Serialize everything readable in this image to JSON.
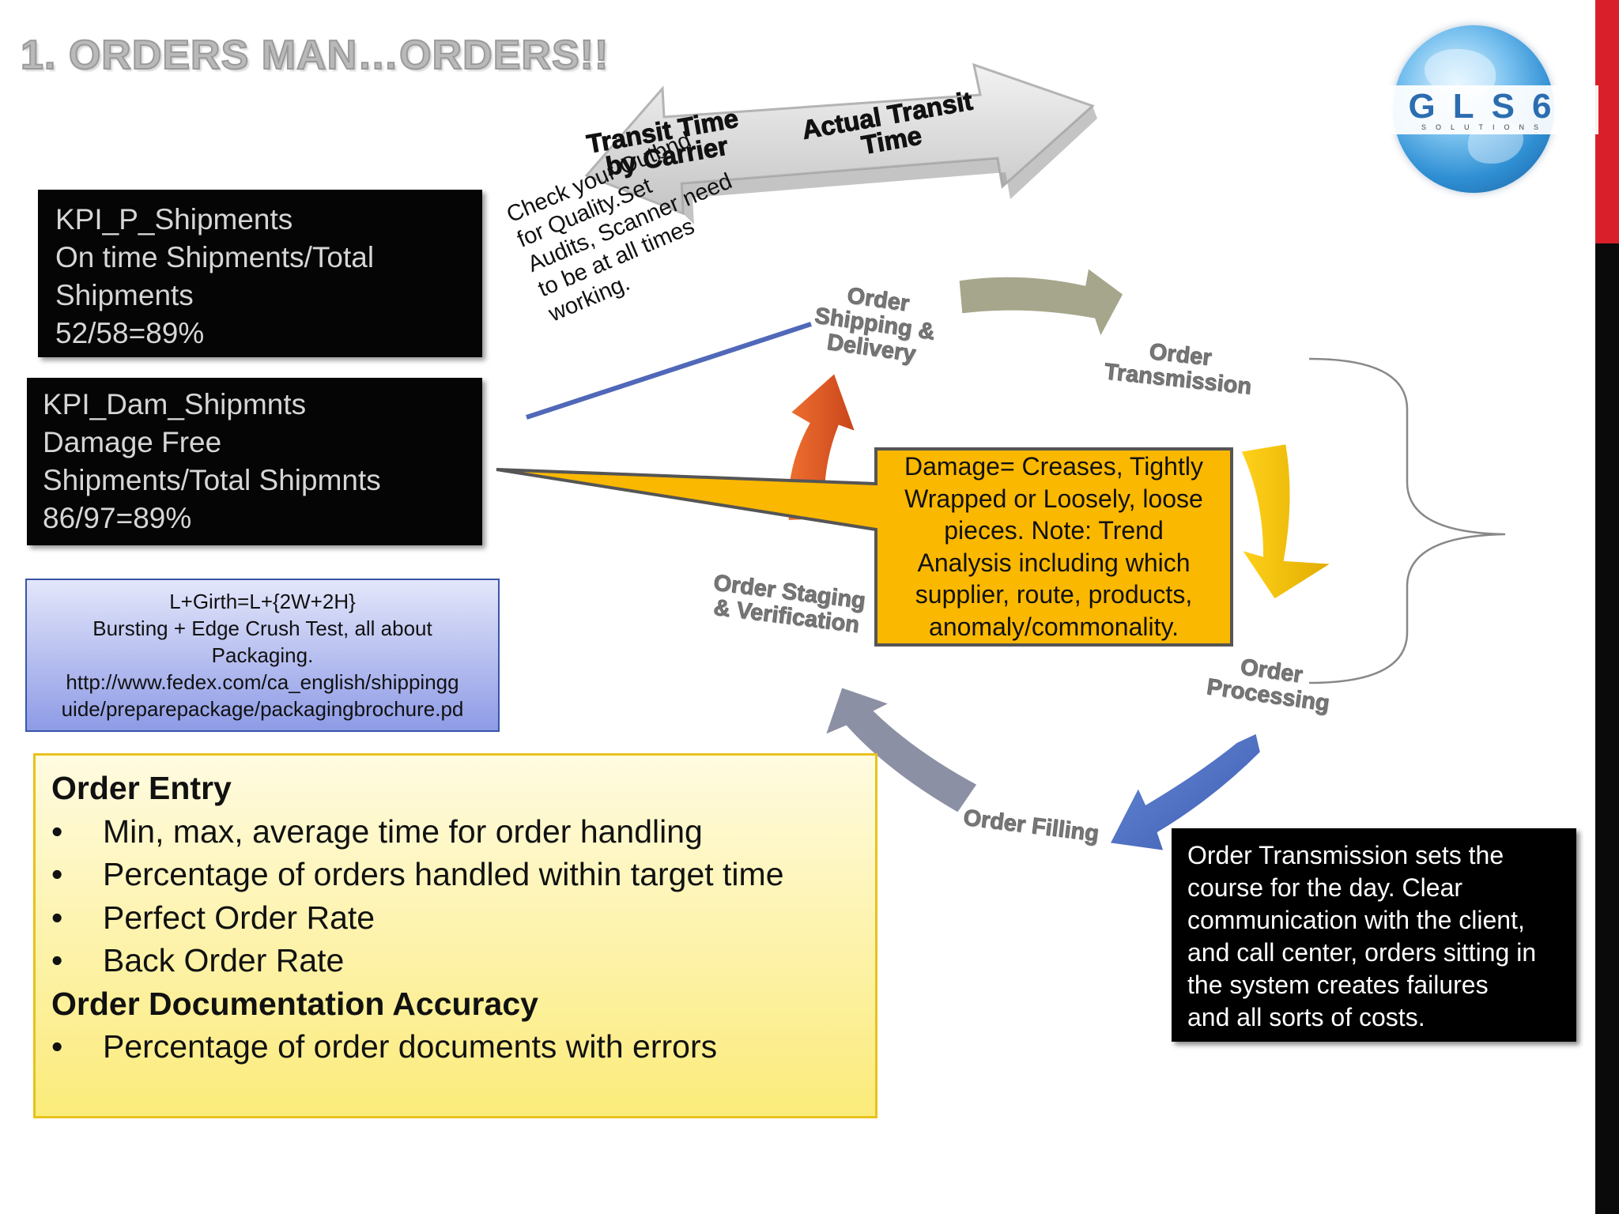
{
  "title": "1. ORDERS MAN…ORDERS!!",
  "logo": {
    "text": "GLS6",
    "subtext": "SOLUTIONS"
  },
  "transit": {
    "carrier_lines": [
      "Transit Time",
      "by Carrier"
    ],
    "actual_lines": [
      "Actual Transit",
      "Time"
    ]
  },
  "kpi_shipments": {
    "lines": [
      "KPI_P_Shipments",
      "On time Shipments/Total",
      "Shipments",
      "52/58=89%"
    ]
  },
  "kpi_damage": {
    "lines": [
      "KPI_Dam_Shipmnts",
      "Damage Free",
      "Shipments/Total Shipmnts",
      "86/97=89%"
    ]
  },
  "check_note": {
    "lines": [
      "Check your Outbnd",
      "for Quality.Set",
      "Audits, Scanner need",
      "to be at all times",
      "working."
    ]
  },
  "cycle": {
    "shipping": [
      "Order",
      "Shipping &",
      "Delivery"
    ],
    "transmission": [
      "Order",
      "Transmission"
    ],
    "processing": [
      "Order",
      "Processing"
    ],
    "filling": [
      "Order Filling"
    ],
    "staging": [
      "Order Staging",
      "& Verification"
    ]
  },
  "damage_callout": {
    "lines": [
      "Damage= Creases, Tightly",
      "Wrapped or Loosely, loose",
      "pieces. Note: Trend",
      "Analysis including which",
      "supplier, route, products,",
      "anomaly/commonality."
    ]
  },
  "girth_box": {
    "lines": [
      "L+Girth=L+{2W+2H}",
      "Bursting + Edge Crush Test, all about",
      "Packaging.",
      "http://www.fedex.com/ca_english/shippingg",
      "uide/preparepackage/packagingbrochure.pd"
    ]
  },
  "order_entry": {
    "heading": "Order Entry",
    "bullets": [
      "Min, max, average time for order handling",
      "Percentage of orders handled within target time",
      "Perfect Order Rate",
      "Back Order Rate"
    ],
    "heading2": "Order Documentation Accuracy",
    "bullets2": [
      "Percentage of order documents with errors"
    ],
    "bullet_symbol": "•"
  },
  "transmission_note": {
    "lines": [
      "Order Transmission sets the",
      "course for the day. Clear",
      "communication with the client,",
      "and call center, orders sitting in",
      "the system creates failures",
      "and all sorts of costs."
    ]
  },
  "colors": {
    "red_bar": "#d9202a",
    "callout_fill": "#fbb800",
    "kpi_bg": "#050505",
    "orange_arrow": "#e05a20",
    "yellow_arrow": "#f2c000",
    "blue_arrow": "#4a6cc0",
    "grey_arrow": "#8c90a4",
    "olive_arrow": "#a6a68c"
  }
}
